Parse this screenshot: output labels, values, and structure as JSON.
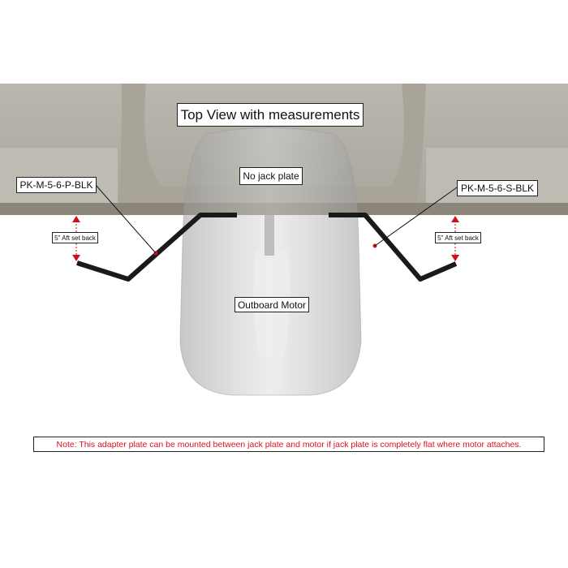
{
  "title": "Top View with measurements",
  "labels": {
    "no_jack_plate": "No jack plate",
    "port_part": "PK-M-5-6-P-BLK",
    "starboard_part": "PK-M-5-6-S-BLK",
    "setback_left": "5\" Aft set back",
    "setback_right": "5\" Aft set back",
    "motor": "Outboard Motor"
  },
  "note": "Note: This adapter plate can be mounted between jack plate and motor if jack plate is completely flat where motor attaches.",
  "colors": {
    "note_text": "#e0101c",
    "arrow": "#d0101a",
    "hull": "#b3b0a6",
    "bracket": "#1a1a1a"
  }
}
